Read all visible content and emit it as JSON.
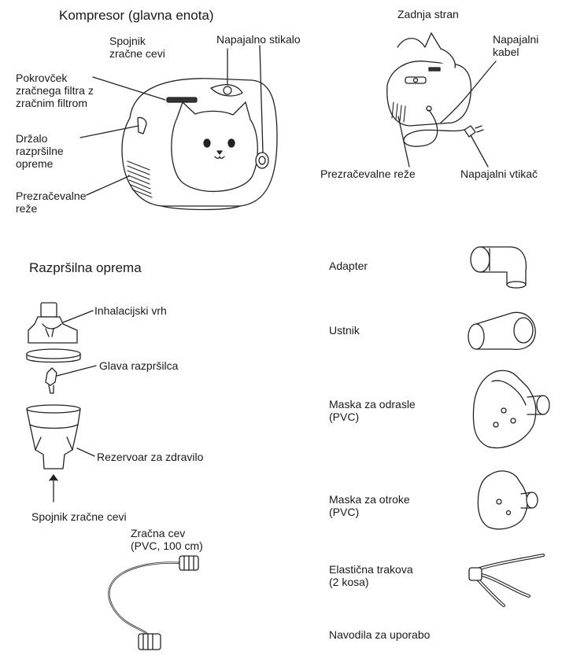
{
  "compressor": {
    "title": "Kompresor (glavna enota)",
    "air_tube_connector": "Spojnik\nzračne cevi",
    "power_switch": "Napajalno stikalo",
    "air_filter_cover": "Pokrovček\nzračnega filtra z\nzračnim filtrom",
    "nebulizer_holder": "Držalo\nrazpršilne\nopreme",
    "vents": "Prezračevalne\nreže"
  },
  "back_side": {
    "title": "Zadnja stran",
    "power_cable": "Napajalni\nkabel",
    "vents": "Prezračevalne reže",
    "power_plug": "Napajalni vtikač"
  },
  "nebulizer_kit": {
    "title": "Razpršilna oprema",
    "inhalation_top": "Inhalacijski vrh",
    "nebulizer_head": "Glava razpršilca",
    "medication_tank": "Rezervoar za zdravilo",
    "air_tube_connector": "Spojnik zračne cevi"
  },
  "air_tube": {
    "label": "Zračna cev\n(PVC, 100 cm)"
  },
  "accessories": {
    "adapter": "Adapter",
    "mouthpiece": "Ustnik",
    "adult_mask": "Maska za odrasle\n(PVC)",
    "child_mask": "Maska za otroke\n(PVC)",
    "straps": "Elastična trakova\n(2 kosa)",
    "manual": "Navodila za uporabo"
  }
}
